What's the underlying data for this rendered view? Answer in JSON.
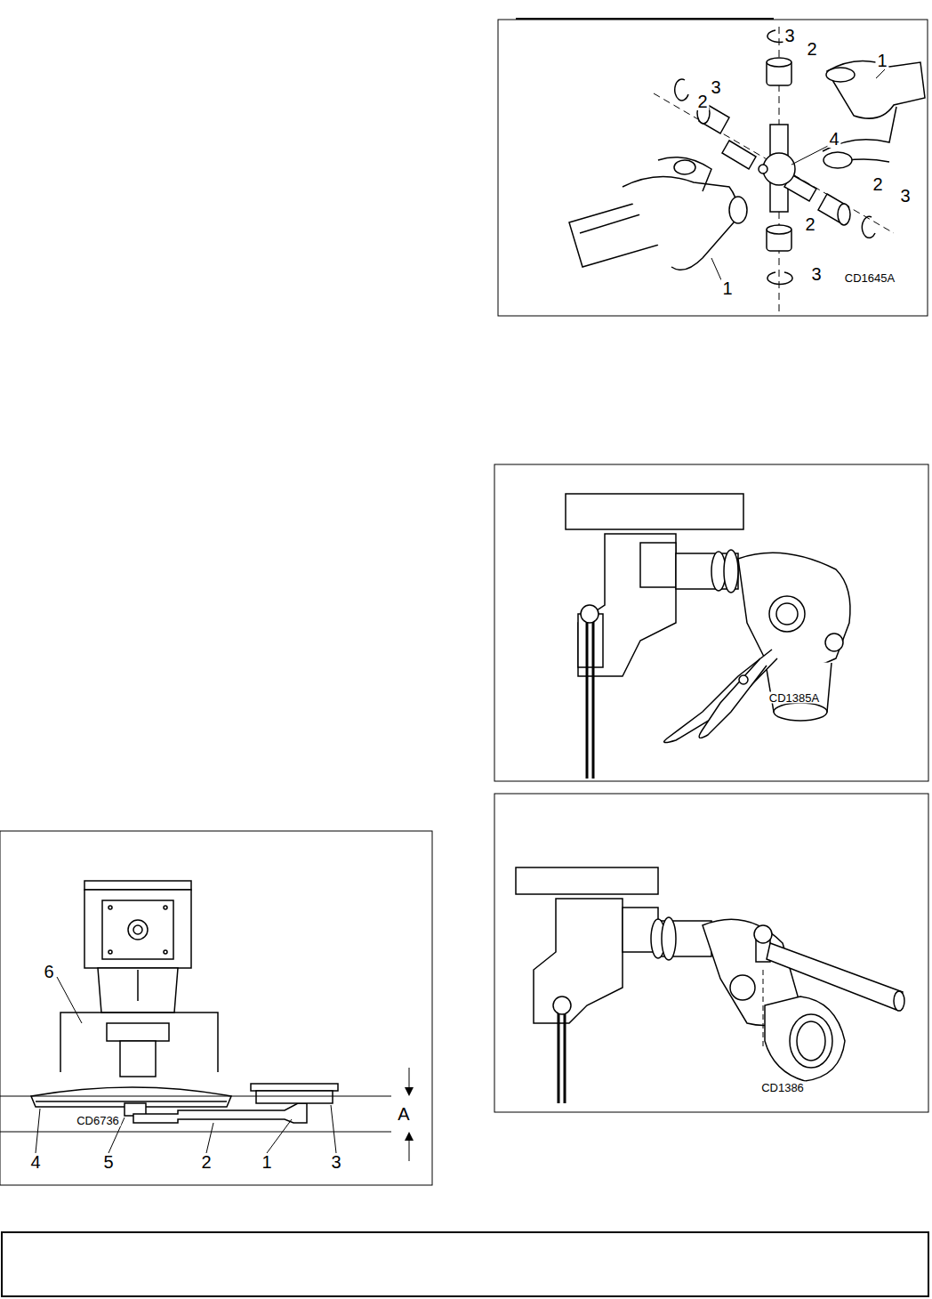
{
  "diagram": {
    "labels": [
      "3",
      "2",
      "1",
      "3",
      "2",
      "4",
      "2",
      "3",
      "2",
      "3",
      "1",
      "CD1645A",
      "CD1385A",
      "CD1386",
      "6",
      "A",
      "CD6736",
      "4",
      "5",
      "2",
      "1",
      "3"
    ]
  }
}
